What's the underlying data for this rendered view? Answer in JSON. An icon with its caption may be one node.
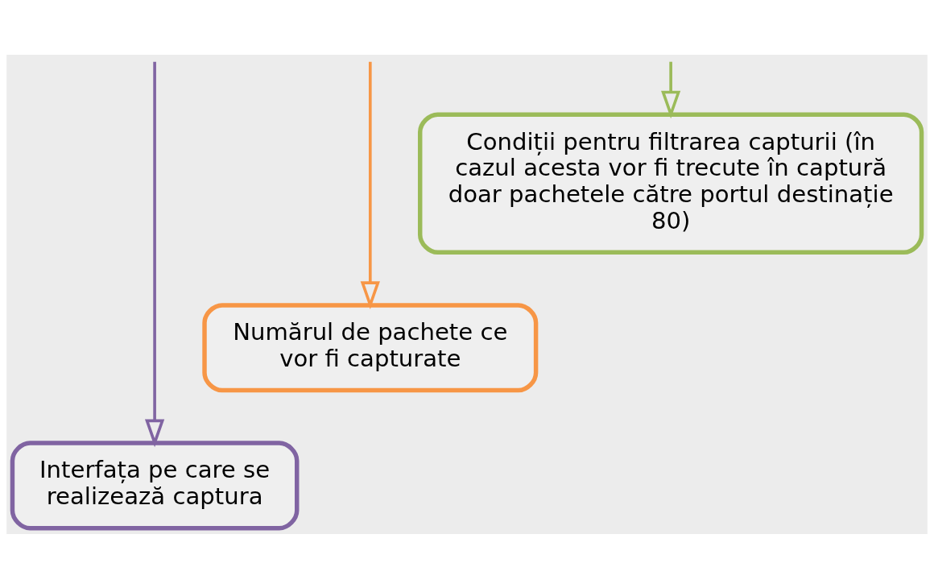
{
  "diagram": {
    "nodes": [
      {
        "text": [
          "Condiții pentru filtrarea capturii (în cazul acesta vor fi trecute în captură doar pachetele către portul destinație 80)"
        ]
      },
      {
        "text": [
          "Numărul de pachete ce vor fi capturate"
        ]
      },
      {
        "text": [
          "Interfața pe care se realizează captura"
        ]
      }
    ],
    "edges": [
      {
        "from": null,
        "to": 0,
        "arrow": "to",
        "color": "#9bbb59"
      },
      {
        "from": null,
        "to": 1,
        "arrow": "to",
        "color": "#f79646"
      },
      {
        "from": null,
        "to": 2,
        "arrow": "to",
        "color": "#8064a2"
      }
    ]
  }
}
